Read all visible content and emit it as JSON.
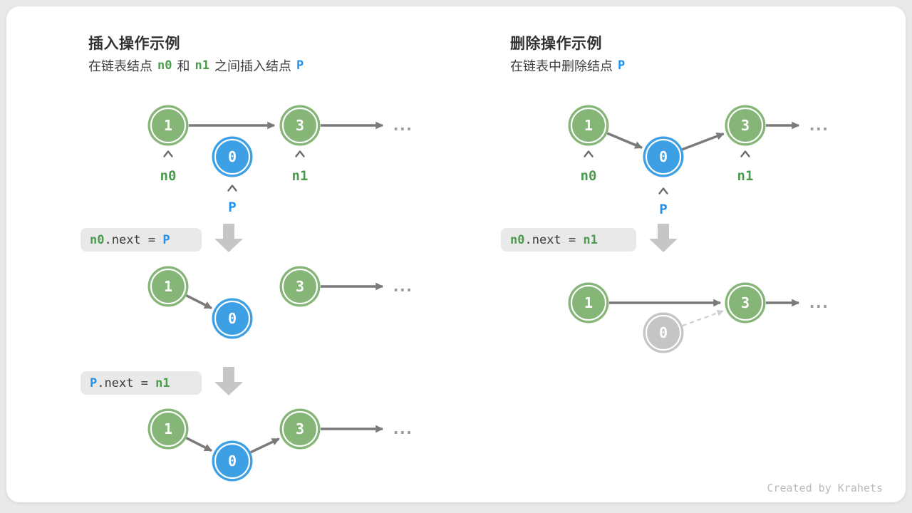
{
  "insert": {
    "title": "插入操作示例",
    "subtitle": [
      {
        "t": "在链表结点"
      },
      {
        "t": "n0"
      },
      {
        "t": "和"
      },
      {
        "t": "n1"
      },
      {
        "t": "之间插入结点"
      },
      {
        "t": "P"
      }
    ]
  },
  "delete": {
    "title": "删除操作示例",
    "subtitle": [
      {
        "t": "在链表中删除结点"
      },
      {
        "t": "P"
      }
    ]
  },
  "code": {
    "insert_step1": {
      "lhs": "n0",
      "mid": ".next = ",
      "rhs": "P"
    },
    "insert_step2": {
      "lhs": "P",
      "mid": ".next = ",
      "rhs": "n1"
    },
    "delete_step1": {
      "lhs": "n0",
      "mid": ".next = ",
      "rhs": "n1"
    }
  },
  "diagrams": {
    "insert_initial": {
      "node1": "1",
      "nodeP": "0",
      "node3": "3",
      "label_n0": "n0",
      "label_p": "P",
      "label_n1": "n1",
      "ellipsis": "..."
    },
    "insert_linked": {
      "node1": "1",
      "nodeP": "0",
      "node3": "3",
      "ellipsis": "..."
    },
    "insert_done": {
      "node1": "1",
      "nodeP": "0",
      "node3": "3",
      "ellipsis": "..."
    },
    "delete_initial": {
      "node1": "1",
      "nodeP": "0",
      "node3": "3",
      "label_n0": "n0",
      "label_p": "P",
      "label_n1": "n1",
      "ellipsis": "..."
    },
    "delete_done": {
      "node1": "1",
      "nodeP": "0",
      "node3": "3",
      "ellipsis": "..."
    }
  },
  "credit": "Created by Krahets",
  "colors": {
    "node_green": "#85b577",
    "node_blue": "#3da0e4",
    "node_disabled_gray": "#c5c5c5",
    "label_green": "#4c9c50",
    "label_blue": "#2191ee",
    "arrow_gray": "#7a7a7a",
    "dashed_arrow_gray": "#cfcfcf",
    "block_arrow_gray": "#c6c6c6",
    "code_box_bg": "#e9e9e9",
    "card_bg": "#ffffff",
    "page_bg": "#e9e9e9",
    "credit_gray": "#b9b9b9"
  }
}
